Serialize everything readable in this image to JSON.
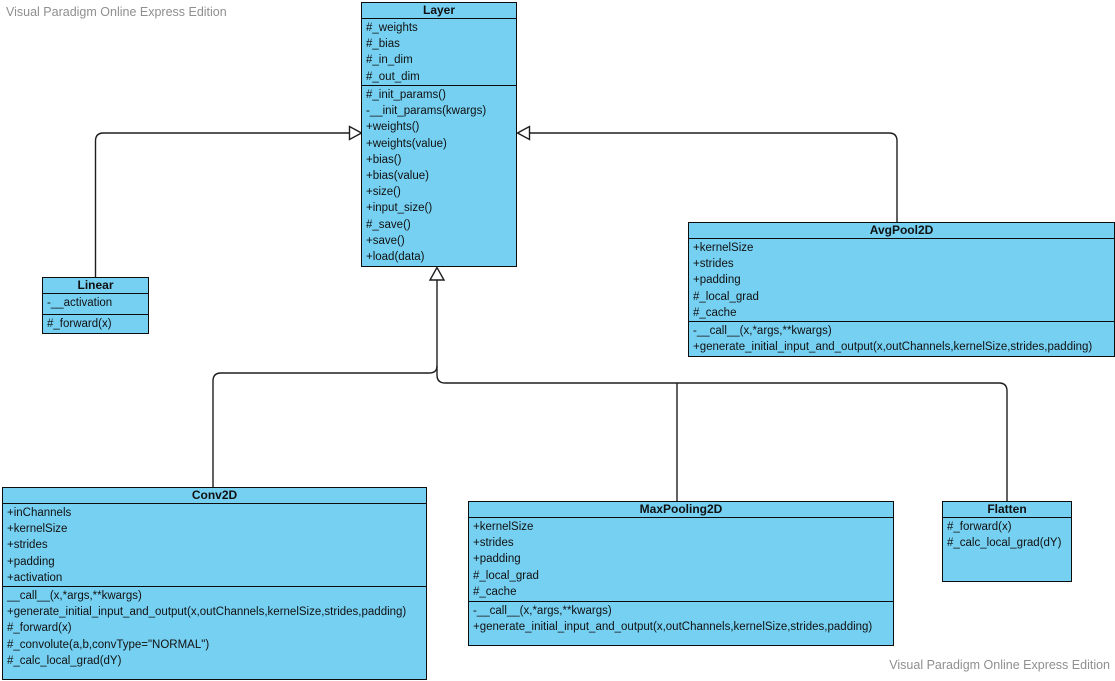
{
  "watermark": "Visual Paradigm Online Express Edition",
  "colors": {
    "class_fill": "#76d0f2",
    "border": "#0d0d0d",
    "connector": "#1e1e1e",
    "watermark": "#8f8f8f"
  },
  "classes": [
    {
      "name": "Layer",
      "attributes": [
        "#_weights",
        "#_bias",
        "#_in_dim",
        "#_out_dim"
      ],
      "methods": [
        "#_init_params()",
        "-__init_params(kwargs)",
        "+weights()",
        "+weights(value)",
        "+bias()",
        "+bias(value)",
        "+size()",
        "+input_size()",
        "#_save()",
        "+save()",
        "+load(data)"
      ]
    },
    {
      "name": "Linear",
      "attributes": [
        "-__activation"
      ],
      "methods": [
        "#_forward(x)"
      ]
    },
    {
      "name": "AvgPool2D",
      "attributes": [
        "+kernelSize",
        "+strides",
        "+padding",
        "#_local_grad",
        "#_cache"
      ],
      "methods": [
        "-__call__(x,*args,**kwargs)",
        "+generate_initial_input_and_output(x,outChannels,kernelSize,strides,padding)"
      ]
    },
    {
      "name": "Conv2D",
      "attributes": [
        "+inChannels",
        "+kernelSize",
        "+strides",
        "+padding",
        "+activation"
      ],
      "methods": [
        "__call__(x,*args,**kwargs)",
        "+generate_initial_input_and_output(x,outChannels,kernelSize,strides,padding)",
        "#_forward(x)",
        "#_convolute(a,b,convType=\"NORMAL\")",
        "#_calc_local_grad(dY)"
      ]
    },
    {
      "name": "MaxPooling2D",
      "attributes": [
        "+kernelSize",
        "+strides",
        "+padding",
        "#_local_grad",
        "#_cache"
      ],
      "methods": [
        "-__call__(x,*args,**kwargs)",
        "+generate_initial_input_and_output(x,outChannels,kernelSize,strides,padding)"
      ]
    },
    {
      "name": "Flatten",
      "attributes": [],
      "methods": [
        "#_forward(x)",
        "#_calc_local_grad(dY)"
      ]
    }
  ],
  "relationships": [
    {
      "from": "Linear",
      "to": "Layer",
      "type": "generalization"
    },
    {
      "from": "AvgPool2D",
      "to": "Layer",
      "type": "generalization"
    },
    {
      "from": "Conv2D",
      "to": "Layer",
      "type": "generalization"
    },
    {
      "from": "MaxPooling2D",
      "to": "Layer",
      "type": "generalization"
    },
    {
      "from": "Flatten",
      "to": "Layer",
      "type": "generalization"
    }
  ]
}
